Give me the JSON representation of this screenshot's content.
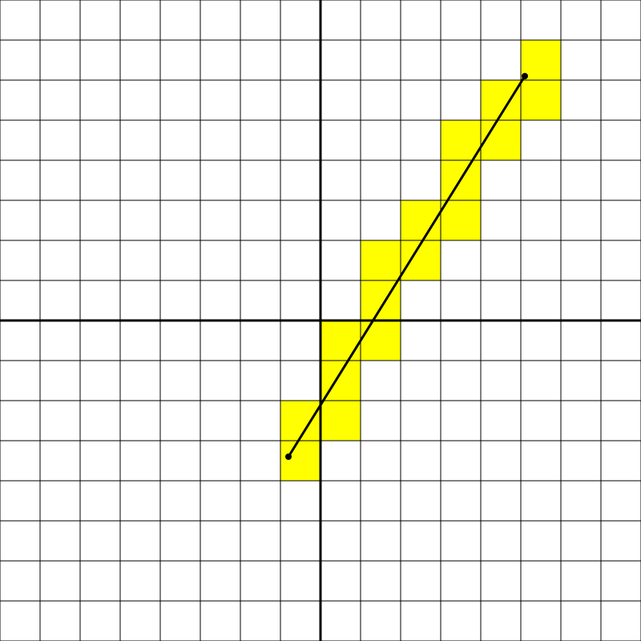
{
  "grid": {
    "x_range": [
      -8,
      8
    ],
    "y_range": [
      -8,
      8
    ],
    "step": 1
  },
  "colors": {
    "background": "#ffffff",
    "grid_line": "#000000",
    "axis_line": "#000000",
    "cell_fill": "#ffff00",
    "segment": "#000000",
    "endpoint": "#000000"
  },
  "segment": {
    "start": [
      -0.8,
      -3.4
    ],
    "end": [
      5.1,
      6.1
    ]
  },
  "highlighted_cells": [
    [
      -1,
      -4
    ],
    [
      -1,
      -3
    ],
    [
      0,
      -3
    ],
    [
      0,
      -2
    ],
    [
      0,
      -1
    ],
    [
      1,
      -1
    ],
    [
      1,
      0
    ],
    [
      1,
      1
    ],
    [
      2,
      1
    ],
    [
      2,
      2
    ],
    [
      3,
      2
    ],
    [
      3,
      3
    ],
    [
      3,
      4
    ],
    [
      4,
      4
    ],
    [
      4,
      5
    ],
    [
      5,
      5
    ],
    [
      5,
      6
    ]
  ]
}
